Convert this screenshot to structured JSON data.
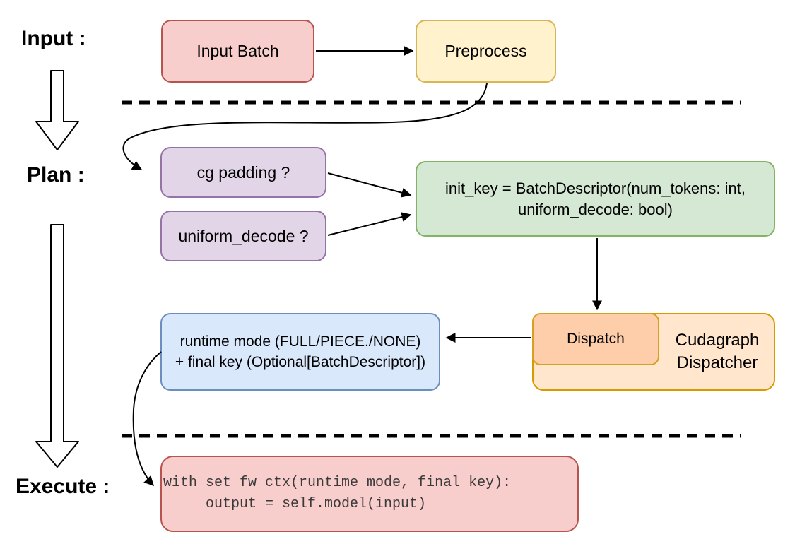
{
  "diagram": {
    "title_hint": "vLLM cudagraph dispatch flow diagram",
    "phases": {
      "input": "Input :",
      "plan": "Plan :",
      "execute": "Execute :"
    },
    "nodes": {
      "input_batch": {
        "label": "Input Batch",
        "fill": "#F8CECC",
        "border": "#B85450"
      },
      "preprocess": {
        "label": "Preprocess",
        "fill": "#FFF2CC",
        "border": "#D6B656"
      },
      "cg_padding": {
        "label": "cg padding ?",
        "fill": "#E1D5E7",
        "border": "#9673A6"
      },
      "uniform_decode": {
        "label": "uniform_decode ?",
        "fill": "#E1D5E7",
        "border": "#9673A6"
      },
      "init_key": {
        "line1": "init_key = BatchDescriptor(num_tokens: int,",
        "line2": "uniform_decode: bool)",
        "fill": "#D5E8D4",
        "border": "#82B366"
      },
      "dispatch": {
        "label": "Dispatch",
        "fill": "#FECDAA",
        "border": "#D6A122"
      },
      "cudagraph_dispatcher": {
        "line1": "Cudagraph",
        "line2": "Dispatcher",
        "fill": "#FFE6CC",
        "border": "#D79B00"
      },
      "runtime_result": {
        "line1": "runtime mode (FULL/PIECE./NONE)",
        "line2": "+ final key (Optional[BatchDescriptor])",
        "fill": "#DAE8FC",
        "border": "#6C8EBF"
      },
      "execute_code": {
        "code_line1": "with set_fw_ctx(runtime_mode, final_key):",
        "code_line2": "     output = self.model(input)",
        "fill": "#F8CECC",
        "border": "#B85450"
      }
    },
    "edges": [
      "Input Batch -> Preprocess",
      "Preprocess -> cg padding ?",
      "cg padding ? -> init_key",
      "uniform_decode ? -> init_key",
      "init_key -> Dispatch",
      "Dispatch -> runtime mode + final key",
      "runtime mode + final key -> execute code"
    ],
    "separator_color": "#000000",
    "arrow_color": "#000000"
  }
}
